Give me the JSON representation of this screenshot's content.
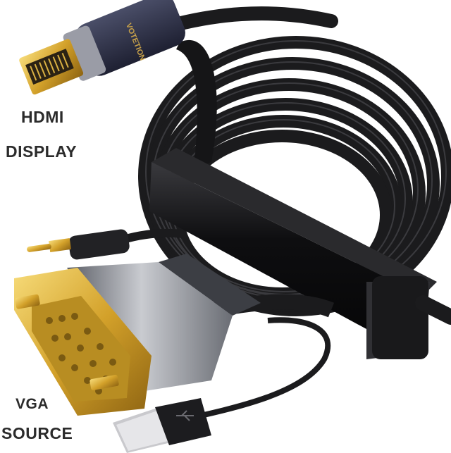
{
  "labels": {
    "hdmi_line1": "HDMI",
    "hdmi_line2": "DISPLAY",
    "vga_line1": "VGA",
    "vga_line2": "SOURCE"
  },
  "brand": {
    "text": "VOTETION"
  },
  "colors": {
    "cable": "#1c1c1e",
    "hdmi_shell": "#2e3148",
    "gold": "#d9a62a",
    "vga_shell": "#8e9096",
    "adapter_box": "#121214",
    "usb_metal": "#c8c8cc"
  },
  "icons": {
    "usb_logo": "usb-trident-icon"
  }
}
